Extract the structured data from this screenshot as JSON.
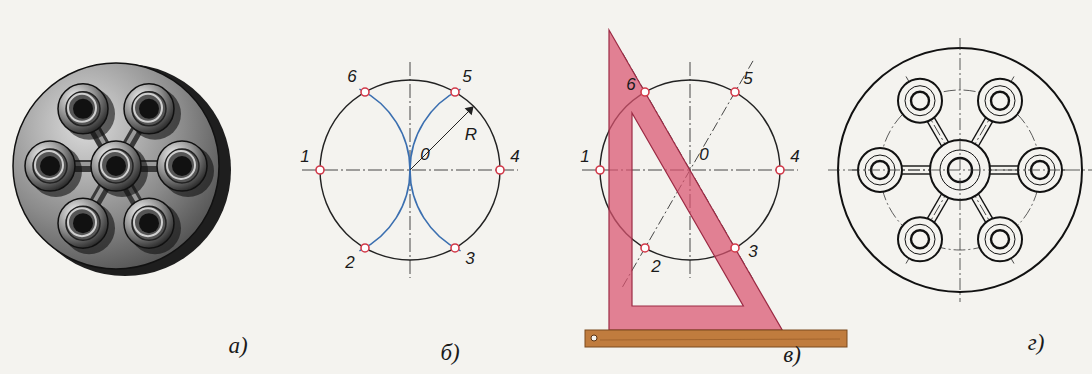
{
  "diagram": {
    "labels": [
      "а)",
      "б)",
      "6",
      "5",
      "1",
      "0",
      "4",
      "2",
      "3",
      "R",
      "в)",
      "6",
      "5",
      "1",
      "0",
      "4",
      "2",
      "3",
      "г)"
    ]
  }
}
